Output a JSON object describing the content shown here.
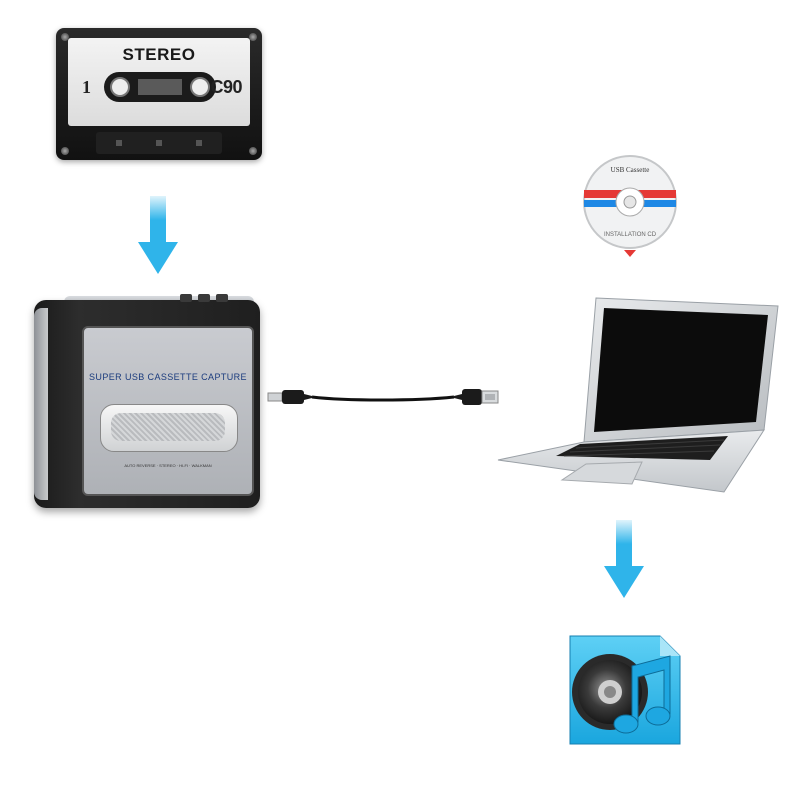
{
  "cassette": {
    "label_title": "STEREO",
    "side_number": "1",
    "tape_type": "C90"
  },
  "player": {
    "brand_text": "SUPER USB CASSETTE CAPTURE",
    "small_print": "AUTO REVERSE · STEREO · HI-FI · WALKMAN"
  },
  "cd": {
    "label_top": "USB Cassette",
    "label_bottom": "INSTALLATION CD"
  },
  "colors": {
    "arrow": "#2fb4ea",
    "music_tile": "#2bb7e8",
    "cd_red": "#e53935",
    "cd_blue": "#1e88e5"
  },
  "icons": {
    "arrows": "down-arrow-icon",
    "music_file": "music-note-icon",
    "speaker": "speaker-icon"
  }
}
